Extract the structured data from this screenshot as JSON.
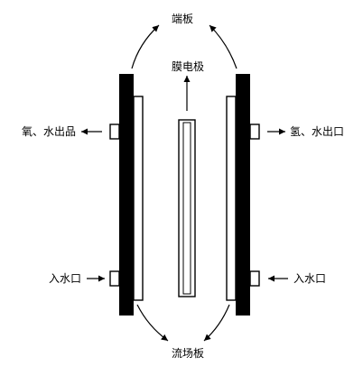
{
  "labels": {
    "top_end_plate": "端板",
    "membrane_electrode": "膜电极",
    "outlet_left": "氧、水出品",
    "outlet_right": "氢、水出口",
    "inlet_left": "入水口",
    "inlet_right": "入水口",
    "bottom_flow_plate": "流场板"
  },
  "colors": {
    "ink": "#000000",
    "paper": "#ffffff"
  }
}
